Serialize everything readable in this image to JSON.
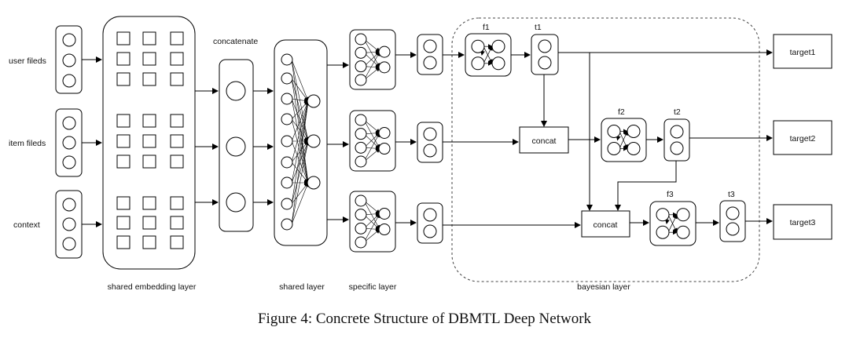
{
  "inputs": {
    "user": "user fileds",
    "item": "item fileds",
    "context": "context"
  },
  "labels": {
    "concatenate": "concatenate",
    "shared_embedding_layer": "shared embedding layer",
    "shared_layer": "shared layer",
    "specific_layer": "specific layer",
    "bayesian_layer": "bayesian layer"
  },
  "bayes": {
    "f1": "f1",
    "t1": "t1",
    "f2": "f2",
    "t2": "t2",
    "f3": "f3",
    "t3": "t3",
    "concat": "concat"
  },
  "targets": {
    "target1": "target1",
    "target2": "target2",
    "target3": "target3"
  },
  "caption": "Figure 4: Concrete Structure of DBMTL Deep Network"
}
